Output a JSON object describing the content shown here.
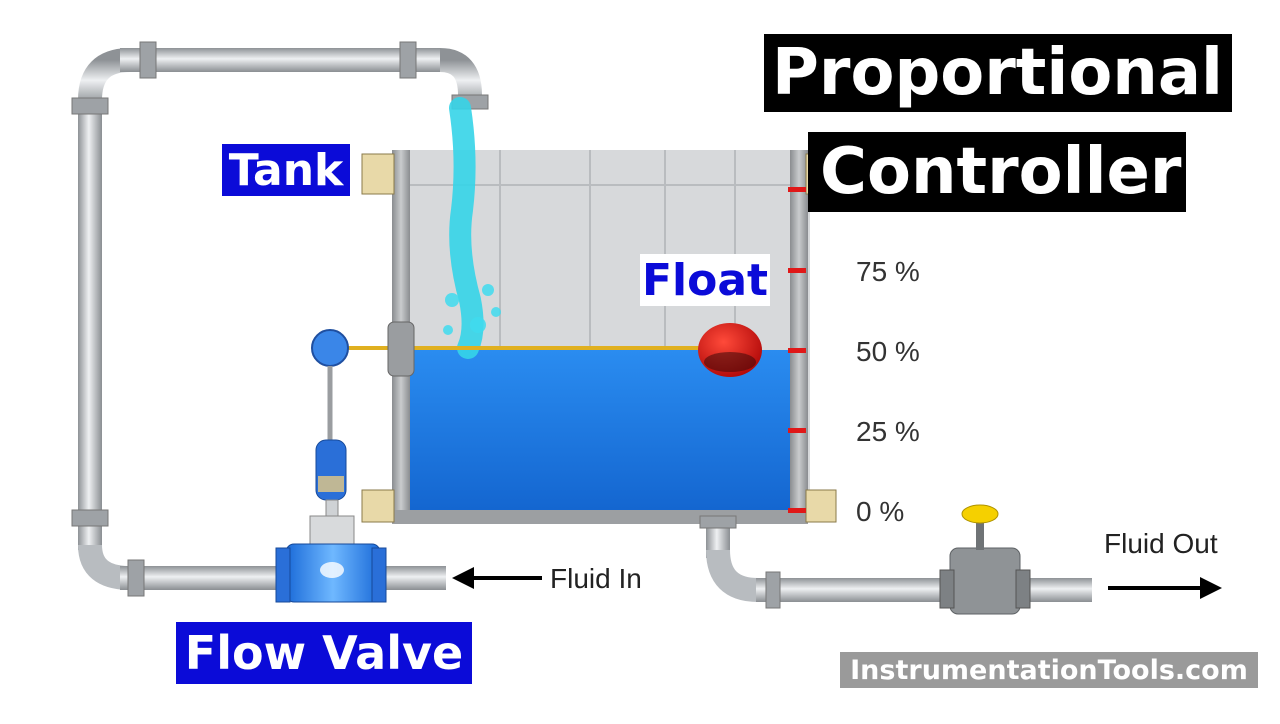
{
  "title": {
    "line1": "Proportional",
    "line2": "Controller"
  },
  "labels": {
    "tank": "Tank",
    "float": "Float",
    "flow_valve": "Flow Valve",
    "fluid_in": "Fluid In",
    "fluid_out": "Fluid Out"
  },
  "level_scale": [
    "75 %",
    "50 %",
    "25 %",
    "0 %"
  ],
  "tank_level_fraction": 0.5,
  "watermark": "InstrumentationTools.com",
  "colors": {
    "label_blue": "#0b0bd8",
    "water": "#1e7fe0",
    "float": "#e01010",
    "pipe": "#b8bcc0",
    "valve_handle": "#f5d000"
  }
}
